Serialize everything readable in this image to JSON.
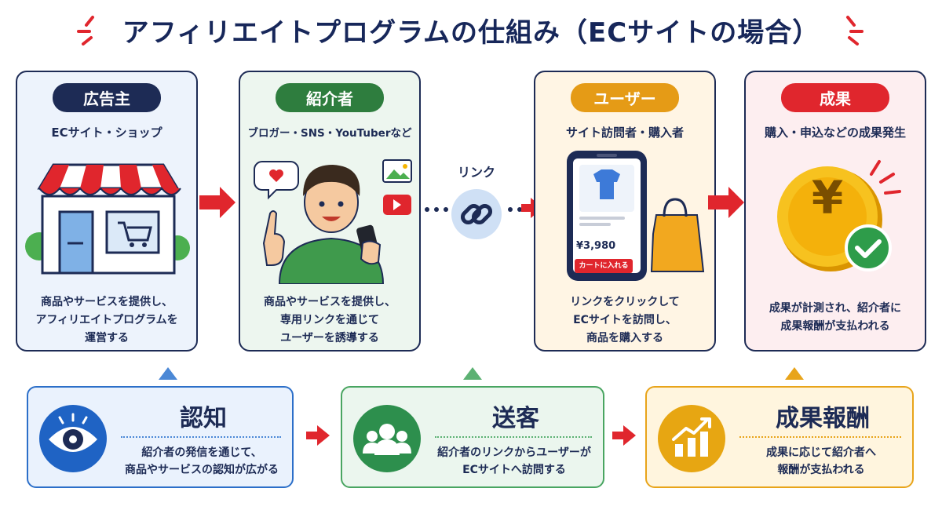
{
  "title": "アフィリエイトプログラムの仕組み（ECサイトの場合）",
  "colors": {
    "navy": "#1d2b55",
    "green": "#2e7d3e",
    "orange": "#e59b16",
    "red": "#e0262d",
    "blue": "#1f63c4"
  },
  "top_cards": [
    {
      "badge": "広告主",
      "subtitle": "ECサイト・ショップ",
      "icon": "storefront-icon",
      "desc": [
        "商品やサービスを提供し、",
        "アフィリエイトプログラムを",
        "運営する"
      ]
    },
    {
      "badge": "紹介者",
      "subtitle": "ブロガー・SNS・YouTuberなど",
      "icon": "influencer-icon",
      "desc": [
        "商品やサービスを提供し、",
        "専用リンクを通じて",
        "ユーザーを誘導する"
      ]
    },
    {
      "badge": "ユーザー",
      "subtitle": "サイト訪問者・購入者",
      "icon": "smartphone-shopping-icon",
      "price": "¥3,980",
      "cart_button": "カートに入れる",
      "desc": [
        "リンクをクリックして",
        "ECサイトを訪問し、",
        "商品を購入する"
      ]
    },
    {
      "badge": "成果",
      "subtitle": "購入・申込などの成果発生",
      "icon": "yen-coin-icon",
      "coin_symbol": "¥",
      "desc": [
        "成果が計測され、紹介者に",
        "成果報酬が支払われる"
      ]
    }
  ],
  "link": {
    "label": "リンク",
    "icon": "chain-link-icon"
  },
  "bottom_cards": [
    {
      "title": "認知",
      "icon": "eye-icon",
      "desc": [
        "紹介者の発信を通じて、",
        "商品やサービスの認知が広がる"
      ]
    },
    {
      "title": "送客",
      "icon": "users-icon",
      "desc": [
        "紹介者のリンクからユーザーが",
        "ECサイトへ訪問する"
      ]
    },
    {
      "title": "成果報酬",
      "icon": "growth-chart-icon",
      "desc": [
        "成果に応じて紹介者へ",
        "報酬が支払われる"
      ]
    }
  ]
}
